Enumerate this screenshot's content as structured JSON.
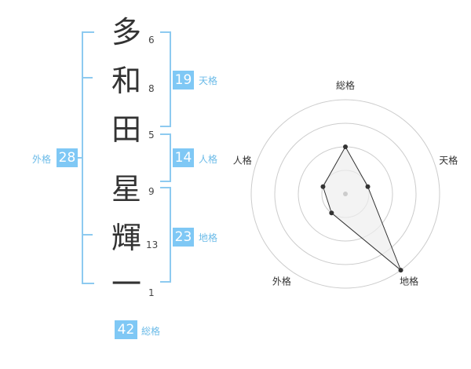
{
  "characters": [
    {
      "char": "多",
      "strokes": "6"
    },
    {
      "char": "和",
      "strokes": "8"
    },
    {
      "char": "田",
      "strokes": "5"
    },
    {
      "char": "星",
      "strokes": "9"
    },
    {
      "char": "輝",
      "strokes": "13"
    },
    {
      "char": "一",
      "strokes": "1"
    }
  ],
  "scores": {
    "tenkaku": {
      "value": "19",
      "label": "天格"
    },
    "jinkaku": {
      "value": "14",
      "label": "人格"
    },
    "chikaku": {
      "value": "23",
      "label": "地格"
    },
    "gaikaku": {
      "value": "28",
      "label": "外格"
    },
    "soukaku": {
      "value": "42",
      "label": "総格"
    }
  },
  "chart_data": {
    "type": "radar",
    "axes": [
      "総格",
      "天格",
      "地格",
      "外格",
      "人格"
    ],
    "rings": 4,
    "values": [
      2,
      1,
      4,
      1,
      1
    ],
    "max": 4,
    "colors": {
      "fill": "#eeeeee",
      "line": "#333333",
      "grid": "#cccccc",
      "point": "#333333",
      "center": "#cccccc"
    }
  }
}
